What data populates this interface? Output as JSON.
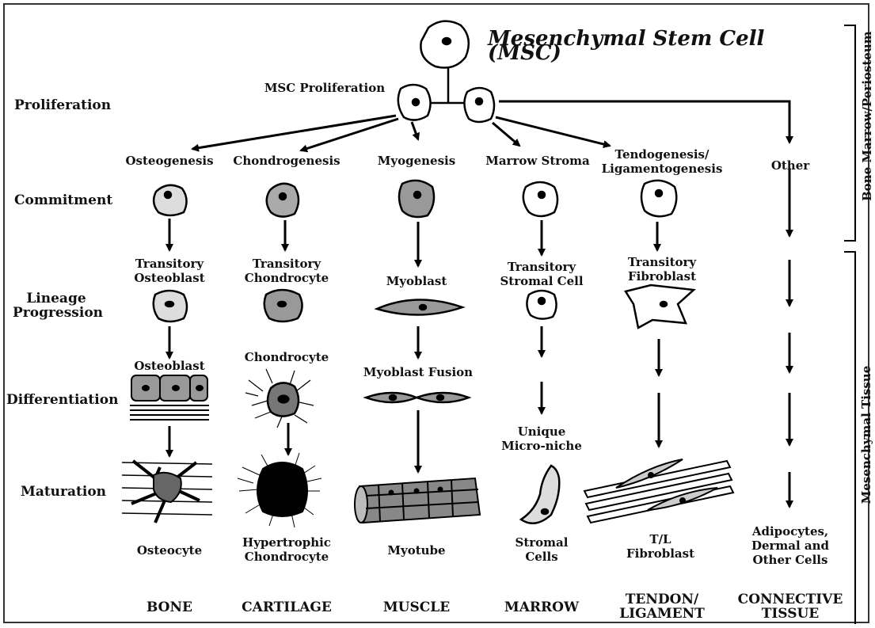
{
  "title": "Mesenchymal Stem Cell (MSC)",
  "proliferation_label": "MSC Proliferation",
  "stages": [
    "Proliferation",
    "Commitment",
    "Lineage\nProgression",
    "Differentiation",
    "Maturation"
  ],
  "side_labels": {
    "top": "Bone Marrow/Periosteum",
    "bottom": "Mesenchymal Tissue"
  },
  "lineages": [
    {
      "commitment": "Osteogenesis",
      "transitory": "Transitory\nOsteoblast",
      "differentiated": "Osteoblast",
      "mature": "Osteocyte",
      "tissue": "BONE"
    },
    {
      "commitment": "Chondrogenesis",
      "transitory": "Transitory\nChondrocyte",
      "differentiated": "Chondrocyte",
      "mature": "Hypertrophic\nChondrocyte",
      "tissue": "CARTILAGE"
    },
    {
      "commitment": "Myogenesis",
      "transitory": "Myoblast",
      "differentiated": "Myoblast Fusion",
      "mature": "Myotube",
      "tissue": "MUSCLE"
    },
    {
      "commitment": "Marrow Stroma",
      "transitory": "Transitory\nStromal Cell",
      "differentiated": "Unique\nMicro-niche",
      "mature": "Stromal\nCells",
      "tissue": "MARROW"
    },
    {
      "commitment": "Tendogenesis/\nLigamentogenesis",
      "transitory": "Transitory\nFibroblast",
      "differentiated": "",
      "mature": "T/L\nFibroblast",
      "tissue": "TENDON/\nLIGAMENT"
    },
    {
      "commitment": "Other",
      "transitory": "",
      "differentiated": "",
      "mature": "Adipocytes,\nDermal and\nOther Cells",
      "tissue": "CONNECTIVE\nTISSUE"
    }
  ]
}
